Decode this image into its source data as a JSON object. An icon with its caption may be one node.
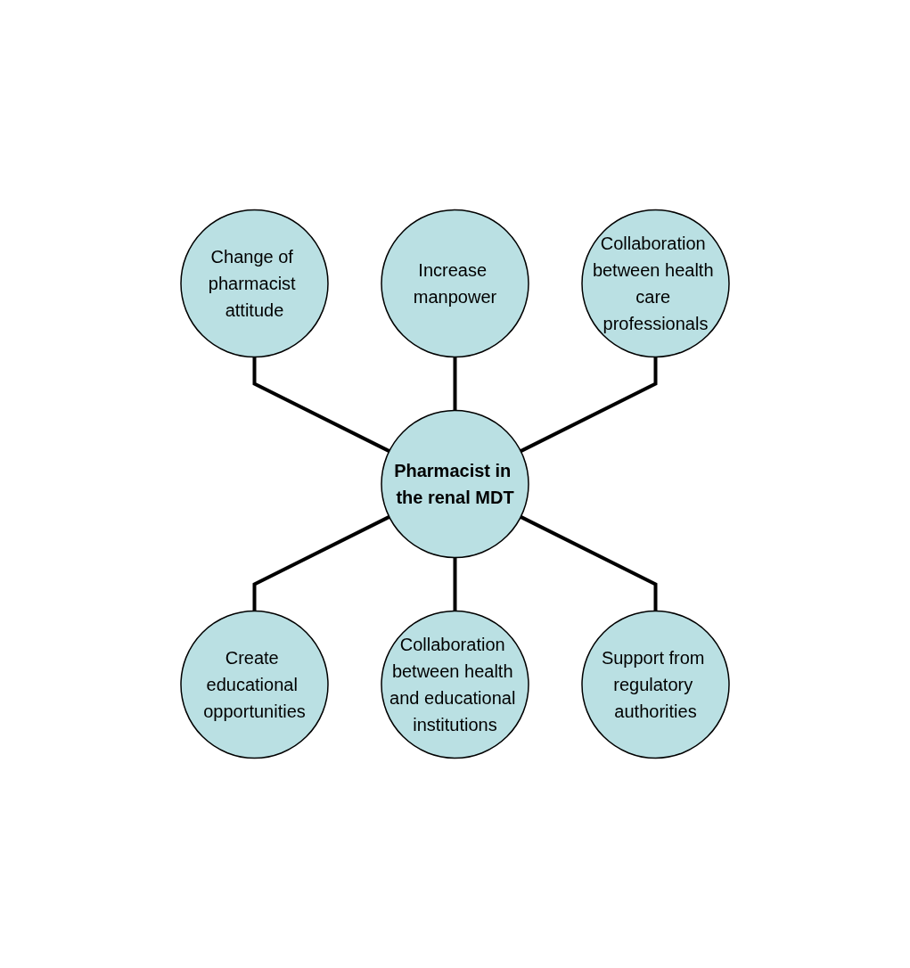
{
  "diagram": {
    "nodes": [
      {
        "text": [
          "Change of pharmacist attitude"
        ]
      },
      {
        "text": [
          "Increase manpower"
        ]
      },
      {
        "text": [
          "Collaboration between health care professionals"
        ]
      },
      {
        "text": [
          "Pharmacist in the renal MDT"
        ]
      },
      {
        "text": [
          "Create educational opportunities"
        ]
      },
      {
        "text": [
          "Collaboration between health and educational institutions"
        ]
      },
      {
        "text": [
          "Support from regulatory authorities"
        ]
      }
    ],
    "edges": [
      {
        "from": 0,
        "to": 3,
        "arrow": "none"
      },
      {
        "from": 1,
        "to": 3,
        "arrow": "none"
      },
      {
        "from": 2,
        "to": 3,
        "arrow": "none"
      },
      {
        "from": 3,
        "to": 4,
        "arrow": "none"
      },
      {
        "from": 3,
        "to": 5,
        "arrow": "none"
      },
      {
        "from": 3,
        "to": 6,
        "arrow": "none"
      }
    ]
  }
}
